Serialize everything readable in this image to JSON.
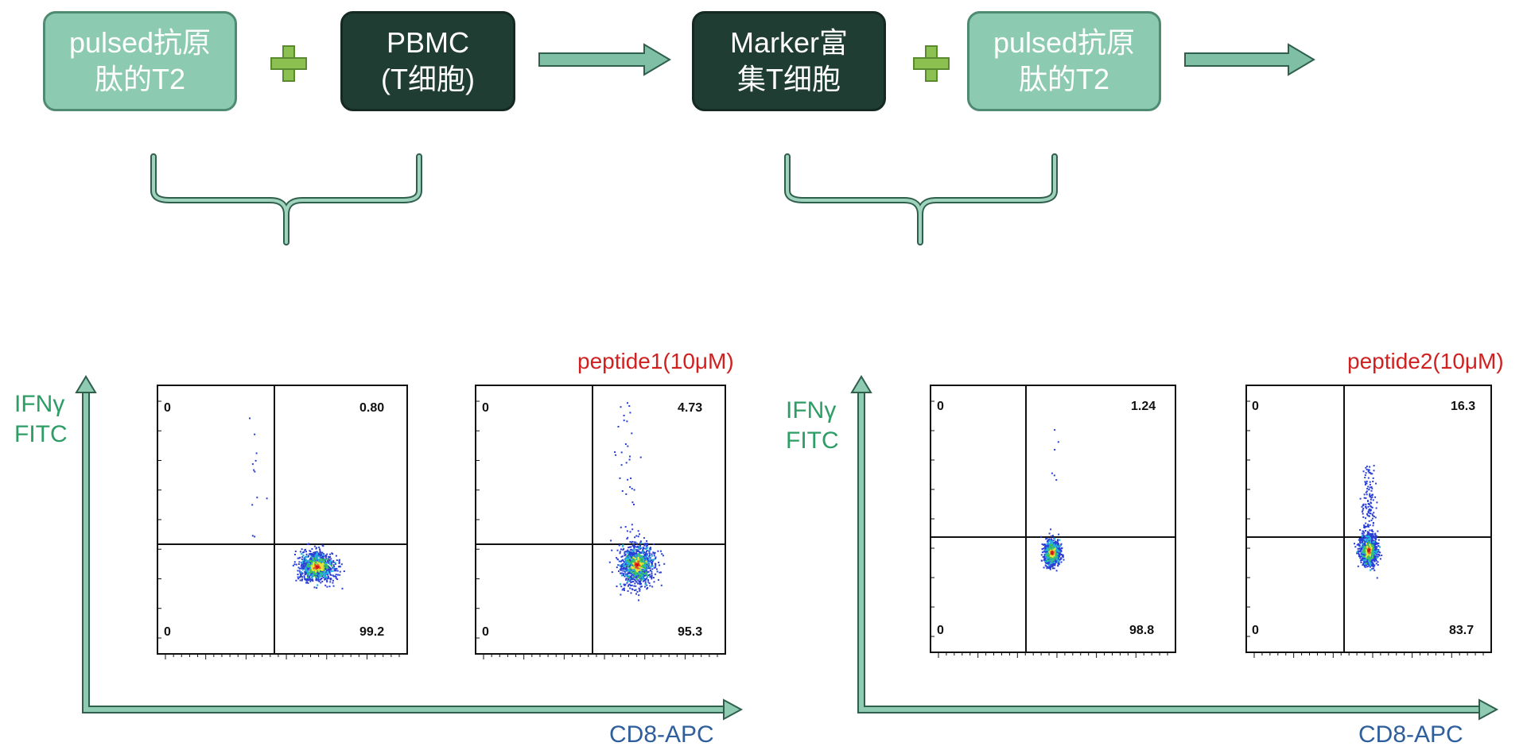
{
  "flow": {
    "box1": "pulsed抗原\n肽的T2",
    "box2": "PBMC\n(T细胞)",
    "box3": "Marker富\n集T细胞",
    "box4": "pulsed抗原\n肽的T2"
  },
  "left_panel": {
    "y_label": "IFNγ\nFITC",
    "x_label": "CD8-APC",
    "condition_label": "peptide1(10μM)"
  },
  "right_panel": {
    "y_label": "IFNγ\nFITC",
    "x_label": "CD8-APC",
    "condition_label": "peptide2(10μM)"
  },
  "chart_data": [
    {
      "type": "scatter",
      "title": "",
      "quadrants": {
        "upper_left": "0",
        "upper_right": "0.80",
        "lower_left": "0",
        "lower_right": "99.2"
      }
    },
    {
      "type": "scatter",
      "title": "peptide1(10μM)",
      "quadrants": {
        "upper_left": "0",
        "upper_right": "4.73",
        "lower_left": "0",
        "lower_right": "95.3"
      }
    },
    {
      "type": "scatter",
      "title": "",
      "quadrants": {
        "upper_left": "0",
        "upper_right": "1.24",
        "lower_left": "0",
        "lower_right": "98.8"
      }
    },
    {
      "type": "scatter",
      "title": "peptide2(10μM)",
      "quadrants": {
        "upper_left": "0",
        "upper_right": "16.3",
        "lower_left": "0",
        "lower_right": "83.7"
      }
    }
  ],
  "colors": {
    "light_box": "#8ccbb2",
    "dark_box": "#1f3d33",
    "arrow": "#7fbfa5",
    "plus": "#8cc152",
    "axis_label": "#2c9d64",
    "x_label": "#2e5e9c",
    "condition": "#d02020"
  }
}
